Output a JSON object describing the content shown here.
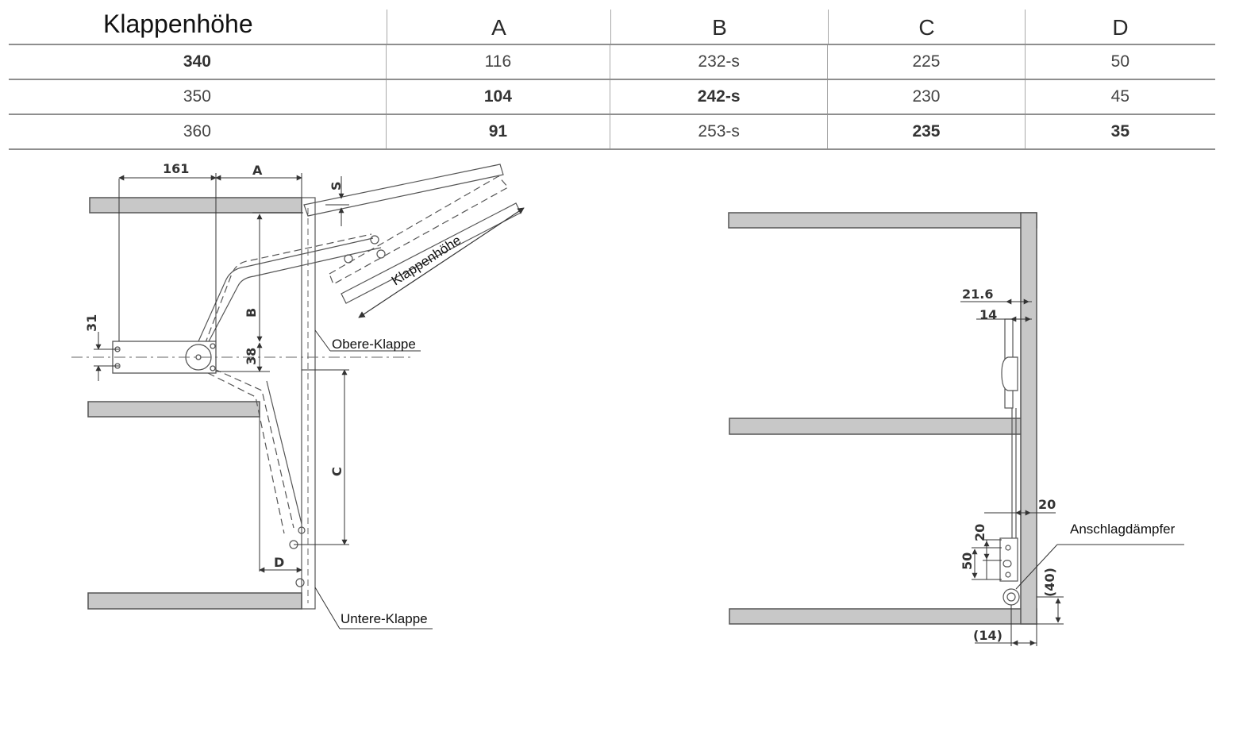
{
  "table": {
    "headers": [
      "Klappenhöhe",
      "A",
      "B",
      "C",
      "D"
    ],
    "rows": [
      [
        "340",
        "116",
        "232-s",
        "225",
        "50"
      ],
      [
        "350",
        "104",
        "242-s",
        "230",
        "45"
      ],
      [
        "360",
        "91",
        "253-s",
        "235",
        "35"
      ]
    ]
  },
  "left_drawing": {
    "dimensions": {
      "d161": "161",
      "dA": "A",
      "dS": "S",
      "dB": "B",
      "d31": "31",
      "d38": "38",
      "dC": "C",
      "dD": "D",
      "klappenhoehe": "Klappenhöhe"
    },
    "labels": {
      "obere": "Obere-Klappe",
      "untere": "Untere-Klappe"
    }
  },
  "right_drawing": {
    "dimensions": {
      "d21_6": "21.6",
      "d14": "14",
      "d20a": "20",
      "d20b": "20",
      "d50": "50",
      "d40": "(40)",
      "d14b": "(14)"
    },
    "labels": {
      "damper": "Anschlagdämpfer"
    }
  }
}
